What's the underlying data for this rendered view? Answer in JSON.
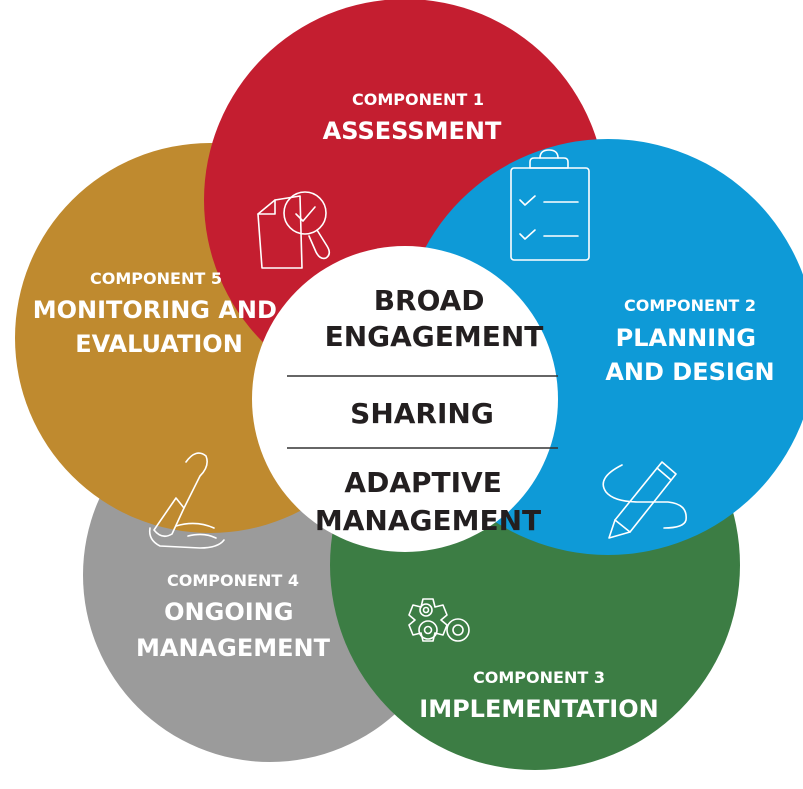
{
  "colors": {
    "assessment": "#c41e30",
    "planning": "#0e9ad7",
    "implementation": "#3c7d44",
    "ongoing": "#9b9b9b",
    "monitoring": "#bf8a2f",
    "core_text": "#231f20",
    "divider": "#333333"
  },
  "components": [
    {
      "id": "c1",
      "number_label": "COMPONENT 1",
      "name_lines": [
        "ASSESSMENT"
      ],
      "icon": "clipboard-checklist-icon"
    },
    {
      "id": "c2",
      "number_label": "COMPONENT 2",
      "name_lines": [
        "PLANNING",
        "AND DESIGN"
      ],
      "icon": "pencil-path-icon"
    },
    {
      "id": "c3",
      "number_label": "COMPONENT 3",
      "name_lines": [
        "IMPLEMENTATION"
      ],
      "icon": "gears-icon"
    },
    {
      "id": "c4",
      "number_label": "COMPONENT 4",
      "name_lines": [
        "ONGOING",
        "MANAGEMENT"
      ],
      "icon": "trowel-hand-icon"
    },
    {
      "id": "c5",
      "number_label": "COMPONENT 5",
      "name_lines": [
        "MONITORING AND",
        "EVALUATION"
      ],
      "icon": "document-magnifier-icon"
    }
  ],
  "center": {
    "principles": [
      {
        "lines": [
          "BROAD",
          "ENGAGEMENT"
        ]
      },
      {
        "lines": [
          "SHARING"
        ]
      },
      {
        "lines": [
          "ADAPTIVE",
          "MANAGEMENT"
        ]
      }
    ]
  }
}
